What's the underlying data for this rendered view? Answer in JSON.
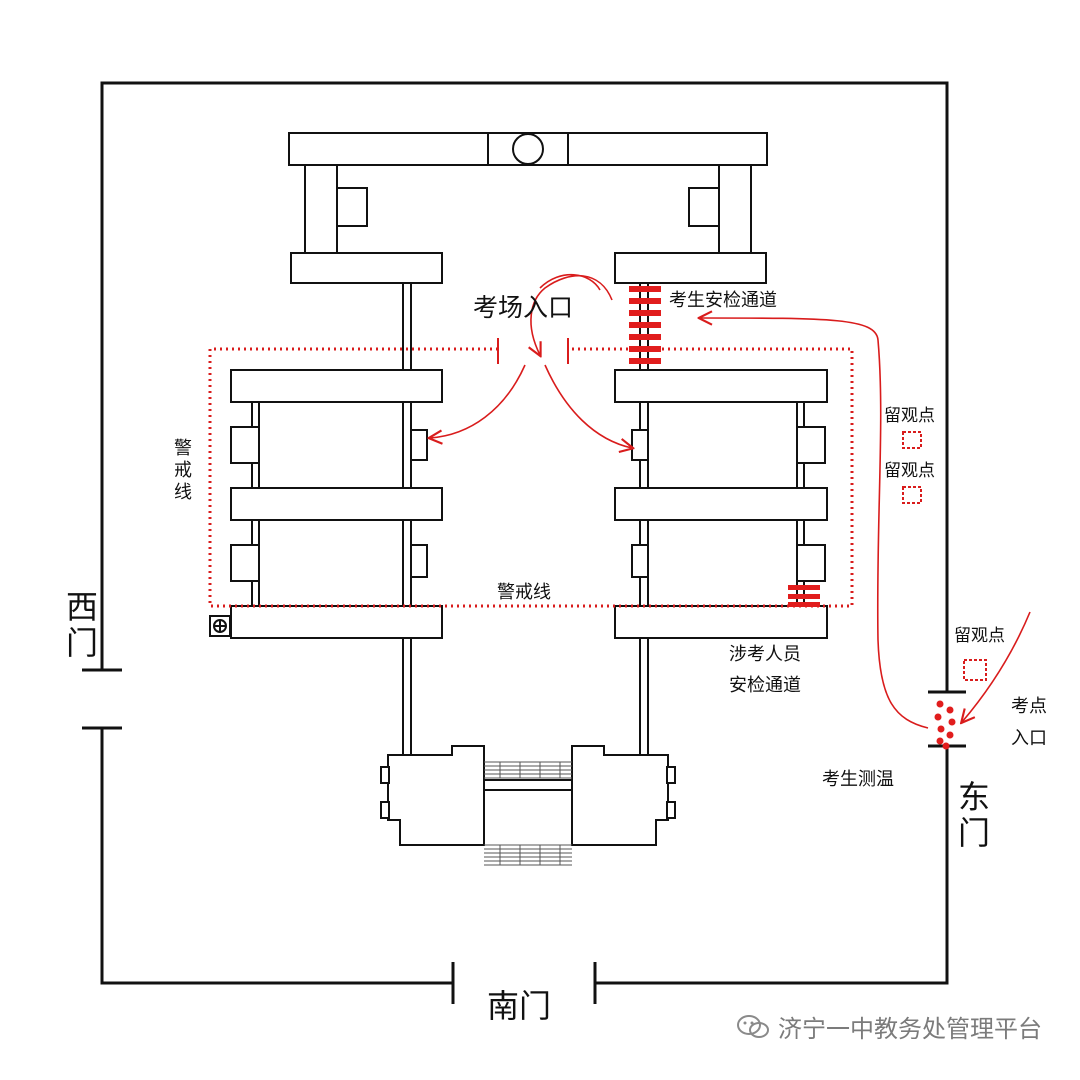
{
  "gates": {
    "west": "西门",
    "east": "东门",
    "south": "南门"
  },
  "labels": {
    "exam_entrance": "考场入口",
    "student_security_channel": "考生安检通道",
    "cordon_left": "警戒线",
    "cordon_bottom": "警戒线",
    "staff_security_channel_line1": "涉考人员",
    "staff_security_channel_line2": "安检通道",
    "observation_point": "留观点",
    "exam_site_entrance_line1": "考点",
    "exam_site_entrance_line2": "入口",
    "temperature_check": "考生测温"
  },
  "watermark": {
    "text": "济宁一中教务处管理平台",
    "icon": "wechat-icon"
  },
  "colors": {
    "route": "#d91c1c",
    "building": "#1a1a1a",
    "background": "#ffffff"
  }
}
